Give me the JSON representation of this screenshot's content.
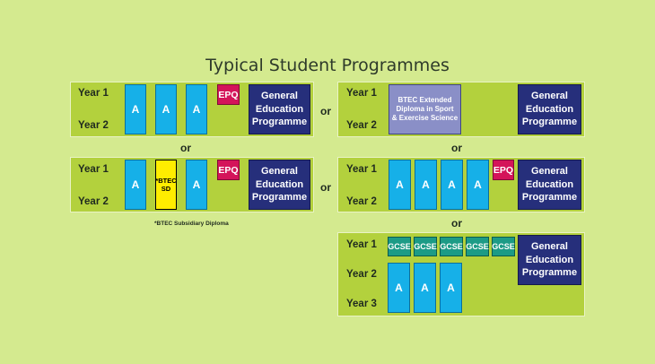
{
  "title": "Typical Student Programmes",
  "labels": {
    "year1": "Year 1",
    "year2": "Year 2",
    "year3": "Year 3",
    "or": "or",
    "a": "A",
    "epq": "EPQ",
    "gcse": "GCSE",
    "general_education": "General\nEducation\nProgramme",
    "btec_sd": "*BTEC\nSD",
    "btec_extended": "BTEC Extended\nDiploma in Sport\n& Exercise Science"
  },
  "footnote": "*BTEC Subsidiary Diploma"
}
